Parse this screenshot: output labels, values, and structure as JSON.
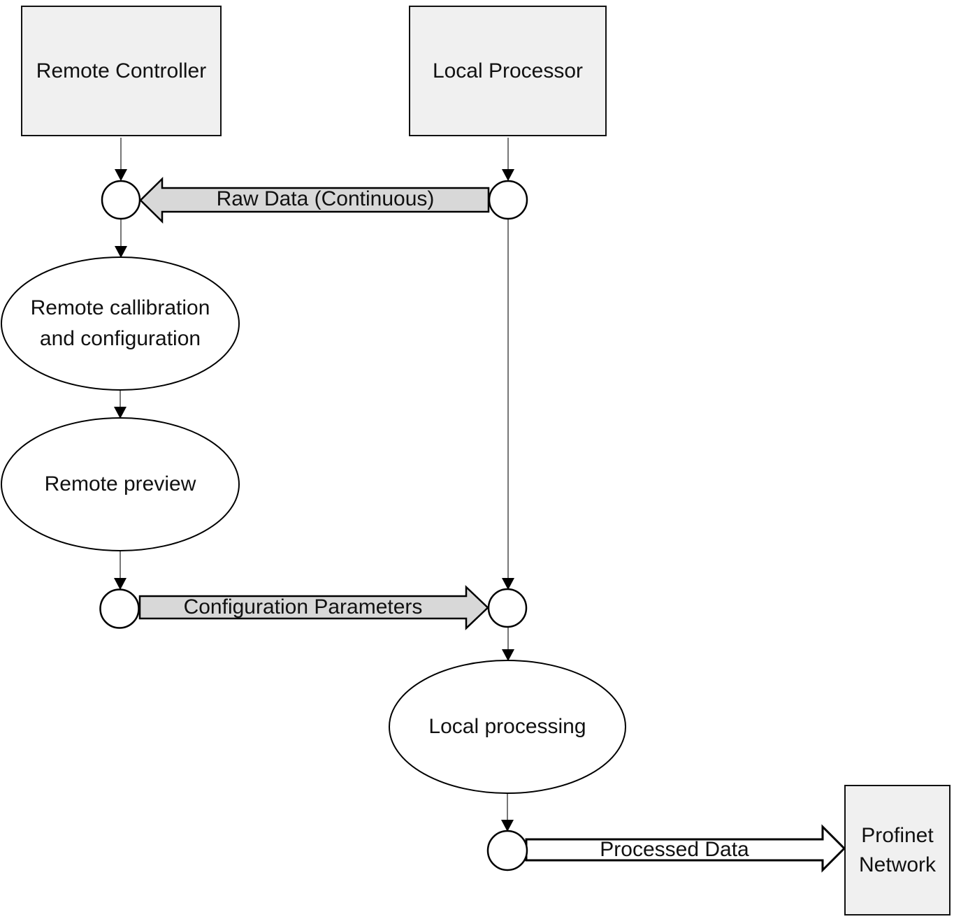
{
  "diagram": {
    "nodes": {
      "remote_controller": {
        "label": "Remote Controller",
        "type": "rect"
      },
      "local_processor": {
        "label": "Local Processor",
        "type": "rect"
      },
      "remote_calibration": {
        "label": "Remote callibration and configuration",
        "type": "ellipse"
      },
      "remote_preview": {
        "label": "Remote preview",
        "type": "ellipse"
      },
      "local_processing": {
        "label": "Local processing",
        "type": "ellipse"
      },
      "profinet_network": {
        "label": "Profinet Network",
        "type": "rect"
      }
    },
    "flows": {
      "raw_data": {
        "label": "Raw Data (Continuous)",
        "direction": "left",
        "fill": "#d8d8d8"
      },
      "configuration_parameters": {
        "label": "Configuration Parameters",
        "direction": "right",
        "fill": "#d8d8d8"
      },
      "processed_data": {
        "label": "Processed Data",
        "direction": "right",
        "fill": "#ffffff"
      }
    },
    "colors": {
      "background": "#ffffff",
      "node_fill": "#f0f0f0",
      "flow_arrow_fill": "#d8d8d8",
      "processed_arrow_fill": "#ffffff",
      "shape_stroke": "#000000",
      "connector_line": "#555555",
      "text": "#111111"
    }
  }
}
